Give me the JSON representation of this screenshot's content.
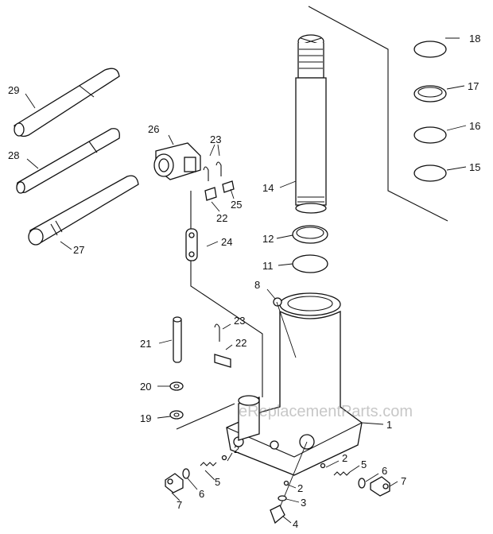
{
  "watermark": "eReplacementParts.com",
  "labels": {
    "p1": "1",
    "p2a": "2",
    "p2b": "2",
    "p2c": "2",
    "p3": "3",
    "p4": "4",
    "p5a": "5",
    "p5b": "5",
    "p6a": "6",
    "p6b": "6",
    "p7a": "7",
    "p7b": "7",
    "p8": "8",
    "p11": "11",
    "p12": "12",
    "p14": "14",
    "p15": "15",
    "p16": "16",
    "p17": "17",
    "p18": "18",
    "p19": "19",
    "p20": "20",
    "p21": "21",
    "p22a": "22",
    "p22b": "22",
    "p23a": "23",
    "p23b": "23",
    "p24": "24",
    "p25": "25",
    "p26": "26",
    "p27": "27",
    "p28": "28",
    "p29": "29"
  }
}
